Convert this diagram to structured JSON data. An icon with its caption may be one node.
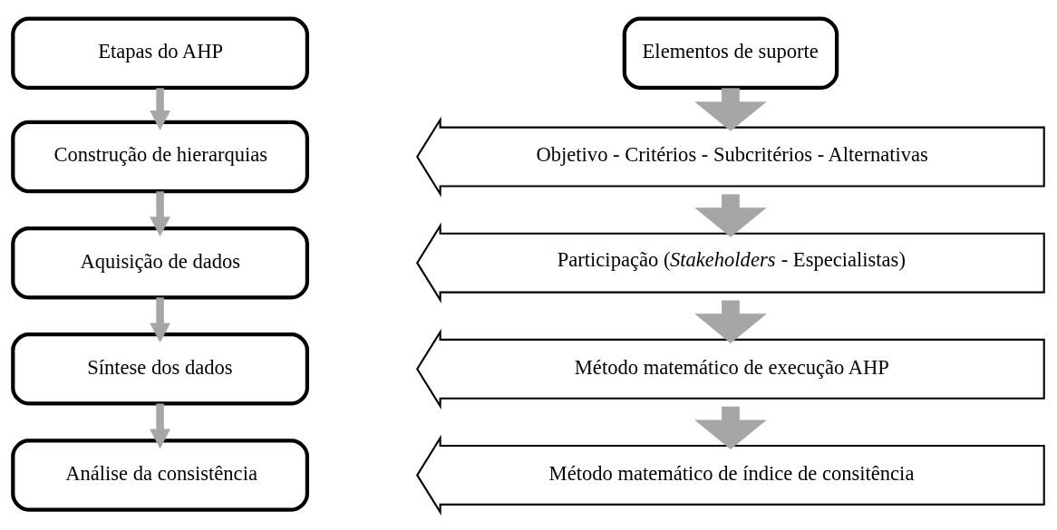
{
  "diagram": {
    "nodes": [
      {
        "text": [
          "Etapas do AHP"
        ]
      },
      {
        "text": [
          "Construção de hierarquias"
        ]
      },
      {
        "text": [
          "Aquisição de dados"
        ]
      },
      {
        "text": [
          "Síntese dos dados"
        ]
      },
      {
        "text": [
          "Análise da consistência"
        ]
      },
      {
        "text": [
          "Elementos de suporte"
        ]
      },
      {
        "text": [
          "Objetivo - Critérios - Subcritérios - Alternativas"
        ]
      },
      {
        "text": [
          "Participação (*Stakeholders* - Especialistas)"
        ]
      },
      {
        "text": [
          "Método matemático de execução AHP"
        ]
      },
      {
        "text": [
          "Método matemático de índice de consitência"
        ]
      }
    ],
    "edges": [
      {
        "from": 0,
        "to": 1,
        "arrow": "to",
        "color": "#a6a6a6"
      },
      {
        "from": 1,
        "to": 2,
        "arrow": "to",
        "color": "#a6a6a6"
      },
      {
        "from": 2,
        "to": 3,
        "arrow": "to",
        "color": "#a6a6a6"
      },
      {
        "from": 3,
        "to": 4,
        "arrow": "to",
        "color": "#a6a6a6"
      },
      {
        "from": 5,
        "to": 6,
        "arrow": "to",
        "style": "thick",
        "color": "#a6a6a6"
      },
      {
        "from": 6,
        "to": 7,
        "arrow": "to",
        "style": "thick",
        "color": "#a6a6a6"
      },
      {
        "from": 7,
        "to": 8,
        "arrow": "to",
        "style": "thick",
        "color": "#a6a6a6"
      },
      {
        "from": 8,
        "to": 9,
        "arrow": "to",
        "style": "thick",
        "color": "#a6a6a6"
      }
    ]
  }
}
